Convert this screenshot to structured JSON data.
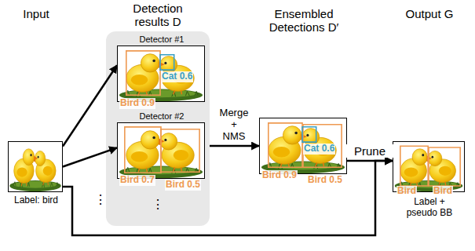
{
  "diagram": {
    "nodes": [
      {
        "text": [
          "Input",
          "Label: bird"
        ]
      },
      {
        "text": [
          "Detection results D",
          "⋮"
        ]
      },
      {
        "text": [
          "Detector #1",
          "Cat 0.6",
          "Bird 0.9"
        ],
        "in": 1
      },
      {
        "text": [
          "Detector #2",
          "Bird 0.7",
          "Bird 0.5"
        ],
        "in": 1
      },
      {
        "text": [
          "Ensembled Detections D′",
          "Cat 0.6",
          "Bird 0.9",
          "Bird 0.5"
        ]
      },
      {
        "text": [
          "Output G",
          "Bird",
          "Bird",
          "Label + pseudo BB"
        ]
      }
    ],
    "edges": [
      {
        "from": 0,
        "to": 2,
        "arrow": "to"
      },
      {
        "from": 0,
        "to": 3,
        "arrow": "to"
      },
      {
        "from": 1,
        "to": 4,
        "label": "Merge + NMS",
        "arrow": "to"
      },
      {
        "from": 4,
        "to": 5,
        "label": "Prune",
        "arrow": "to"
      },
      {
        "from": 0,
        "to": 5,
        "arrow": "to"
      }
    ],
    "labels": [
      "⋮"
    ]
  }
}
